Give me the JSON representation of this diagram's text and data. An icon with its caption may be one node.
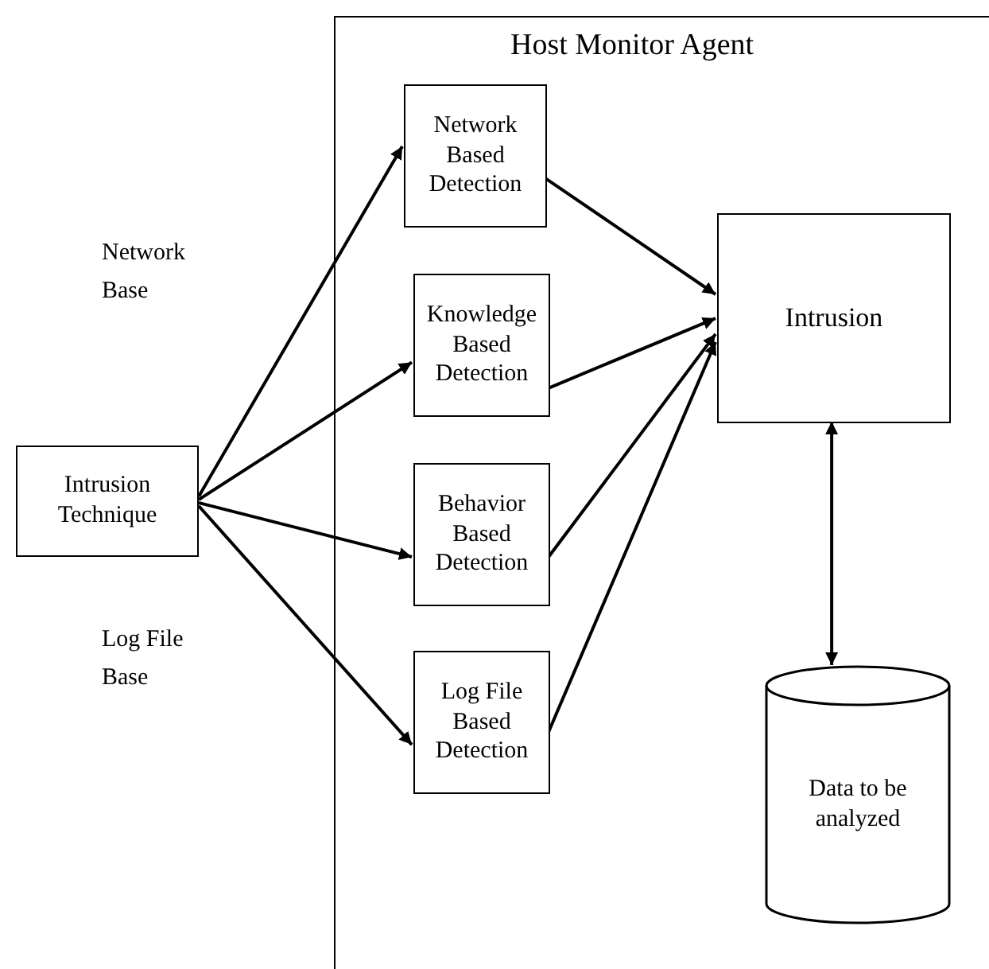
{
  "diagram": {
    "nodes": [
      {
        "text": [
          "Host Monitor Agent"
        ]
      },
      {
        "text": [
          "Network Based Detection"
        ],
        "in": 0
      },
      {
        "text": [
          "Knowledge Based Detection"
        ],
        "in": 0
      },
      {
        "text": [
          "Behavior Based Detection"
        ],
        "in": 0
      },
      {
        "text": [
          "Log File Based Detection"
        ],
        "in": 0
      },
      {
        "text": [
          "Intrusion"
        ],
        "in": 0
      },
      {
        "text": [
          "Data to be analyzed"
        ],
        "in": 0
      },
      {
        "text": [
          "Intrusion Technique"
        ]
      }
    ],
    "edges": [
      {
        "from": 7,
        "to": 1,
        "arrow": "to"
      },
      {
        "from": 7,
        "to": 2,
        "arrow": "to"
      },
      {
        "from": 7,
        "to": 3,
        "arrow": "to"
      },
      {
        "from": 7,
        "to": 4,
        "arrow": "to"
      },
      {
        "from": 1,
        "to": 5,
        "arrow": "to"
      },
      {
        "from": 2,
        "to": 5,
        "arrow": "to"
      },
      {
        "from": 3,
        "to": 5,
        "arrow": "to"
      },
      {
        "from": 4,
        "to": 5,
        "arrow": "to"
      },
      {
        "from": 5,
        "to": 6,
        "arrow": "both"
      }
    ],
    "labels": [
      "Network Base",
      "Log File Base"
    ]
  }
}
